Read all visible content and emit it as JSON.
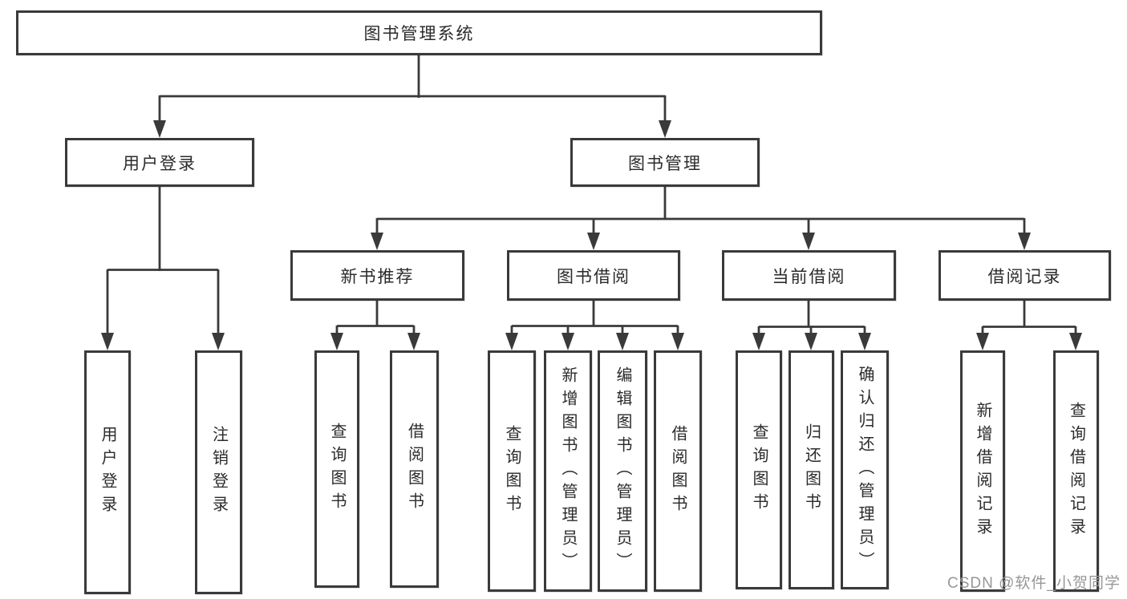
{
  "tree": {
    "root": {
      "label": "图书管理系统"
    },
    "branches": [
      {
        "label": "用户登录",
        "children": [
          {
            "label": "用户登录"
          },
          {
            "label": "注销登录"
          }
        ]
      },
      {
        "label": "图书管理",
        "sub": [
          {
            "label": "新书推荐",
            "children": [
              {
                "label": "查询图书"
              },
              {
                "label": "借阅图书"
              }
            ]
          },
          {
            "label": "图书借阅",
            "children": [
              {
                "label": "查询图书"
              },
              {
                "label": "新增图书（管理员）"
              },
              {
                "label": "编辑图书（管理员）"
              },
              {
                "label": "借阅图书"
              }
            ]
          },
          {
            "label": "当前借阅",
            "children": [
              {
                "label": "查询图书"
              },
              {
                "label": "归还图书"
              },
              {
                "label": "确认归还（管理员）"
              }
            ]
          },
          {
            "label": "借阅记录",
            "children": [
              {
                "label": "新增借阅记录"
              },
              {
                "label": "查询借阅记录"
              }
            ]
          }
        ]
      }
    ]
  },
  "watermark": {
    "text": "CSDN @软件_小贺同学"
  },
  "colors": {
    "line": "#3a3a3a",
    "box_border": "#3a3a3a",
    "text": "#2b2b2b",
    "watermark": "#979797",
    "background": "#ffffff"
  }
}
